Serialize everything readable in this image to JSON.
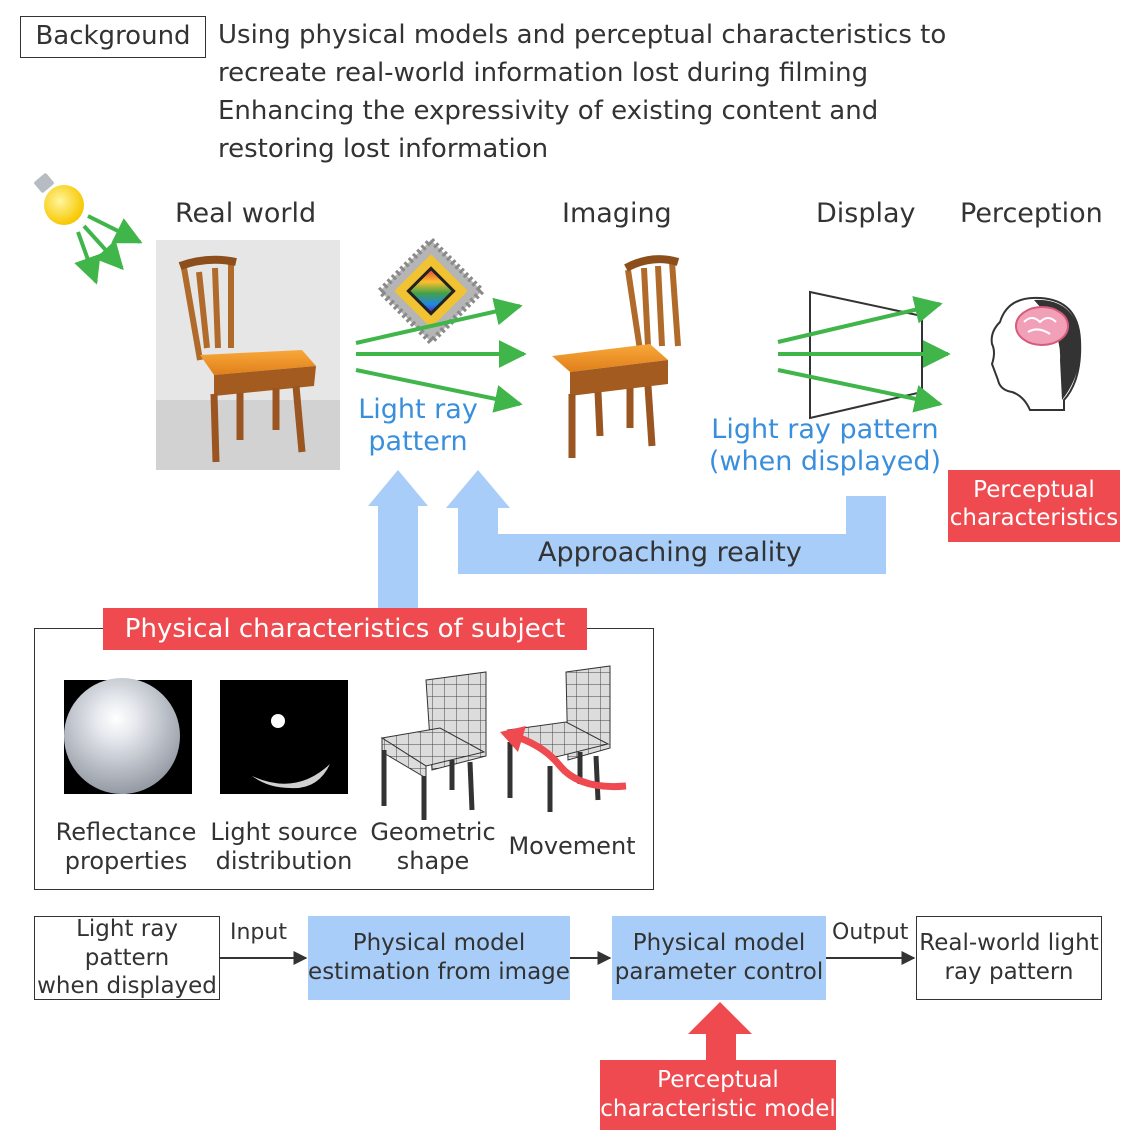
{
  "background_label": "Background",
  "heading_lines": [
    "Using physical models and perceptual characteristics to",
    "recreate real-world information lost during filming",
    "Enhancing the expressivity of existing content and",
    "restoring lost information"
  ],
  "stages": {
    "real_world": "Real world",
    "imaging": "Imaging",
    "display": "Display",
    "perception": "Perception"
  },
  "light_ray_pattern": [
    "Light ray",
    "pattern"
  ],
  "light_ray_pattern_displayed": [
    "Light ray pattern",
    "(when displayed)"
  ],
  "perceptual_characteristics": [
    "Perceptual",
    "characteristics"
  ],
  "approaching_reality": "Approaching reality",
  "physical_characteristics_title": "Physical characteristics of subject",
  "property_captions": {
    "reflectance": [
      "Reflectance",
      "properties"
    ],
    "light_source": [
      "Light source",
      "distribution"
    ],
    "geometric": [
      "Geometric",
      "shape"
    ],
    "movement": "Movement"
  },
  "flow": {
    "input_box": [
      "Light ray pattern",
      "when displayed"
    ],
    "input_label": "Input",
    "estimation_box": [
      "Physical model",
      "estimation from image"
    ],
    "control_box": [
      "Physical model",
      "parameter control"
    ],
    "output_label": "Output",
    "output_box": [
      "Real-world light",
      "ray pattern"
    ],
    "perceptual_model": [
      "Perceptual",
      "characteristic model"
    ]
  },
  "colors": {
    "ray_green": "#3fb54a",
    "light_blue": "#a7cdf8",
    "label_blue": "#3a8fdc",
    "accent_red": "#ee4a4f",
    "seat_orange": "#f39a2b",
    "wood_brown": "#b06a2a"
  }
}
